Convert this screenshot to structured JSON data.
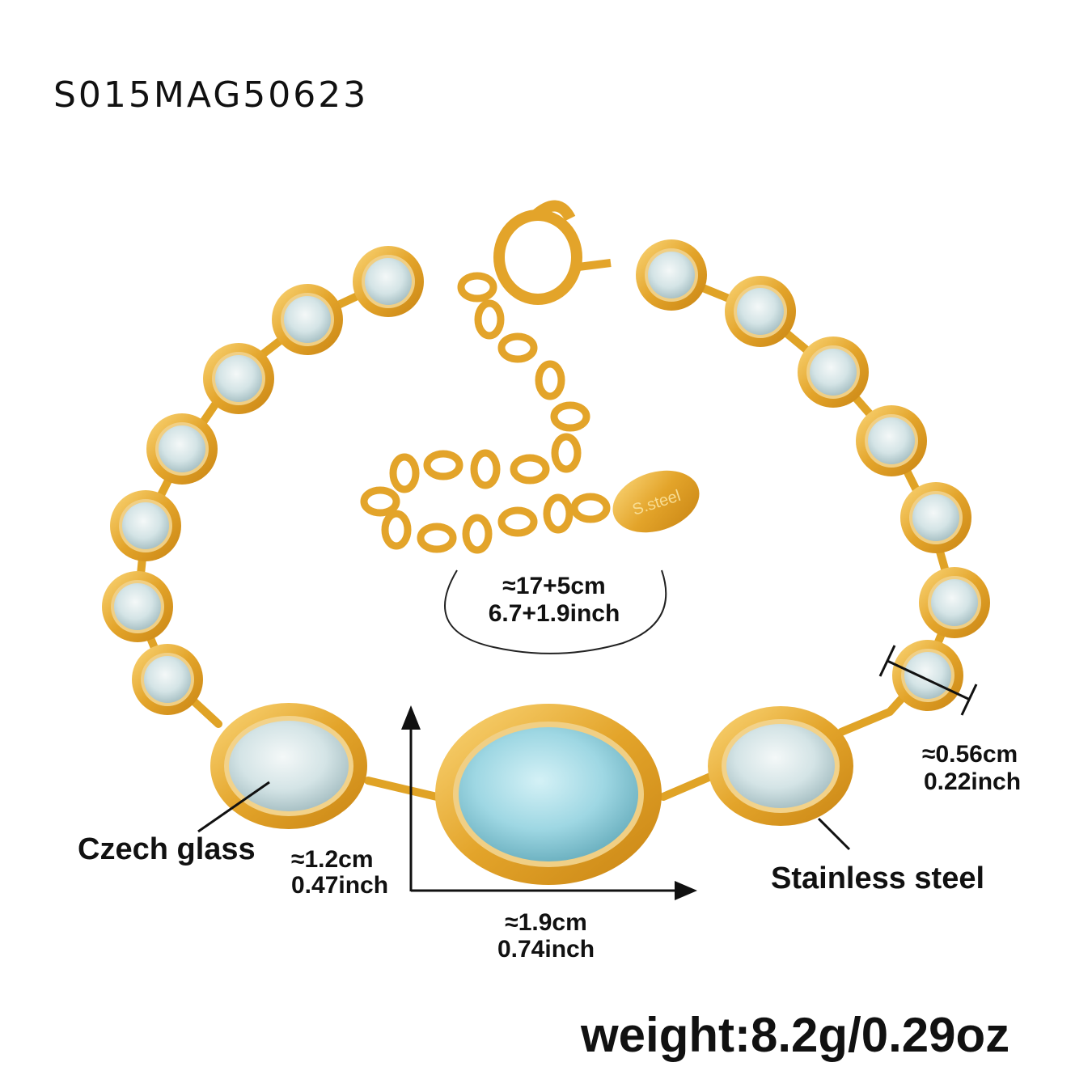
{
  "product": {
    "sku": "S015MAG50623",
    "weight": "weight:8.2g/0.29oz",
    "tag_text": "S.steel"
  },
  "labels": {
    "material_glass": "Czech glass",
    "material_metal": "Stainless steel"
  },
  "dimensions": {
    "length_cm": "≈17+5cm",
    "length_inch": "6.7+1.9inch",
    "stone_small_cm": "≈0.56cm",
    "stone_small_inch": "0.22inch",
    "oval_height_cm": "≈1.2cm",
    "oval_height_inch": "0.47inch",
    "oval_width_cm": "≈1.9cm",
    "oval_width_inch": "0.74inch"
  },
  "colors": {
    "gold": "#e0a326",
    "gold_light": "#f6cf6a",
    "stone": "#d9e8ea",
    "stone_center": "#a9dde8"
  }
}
